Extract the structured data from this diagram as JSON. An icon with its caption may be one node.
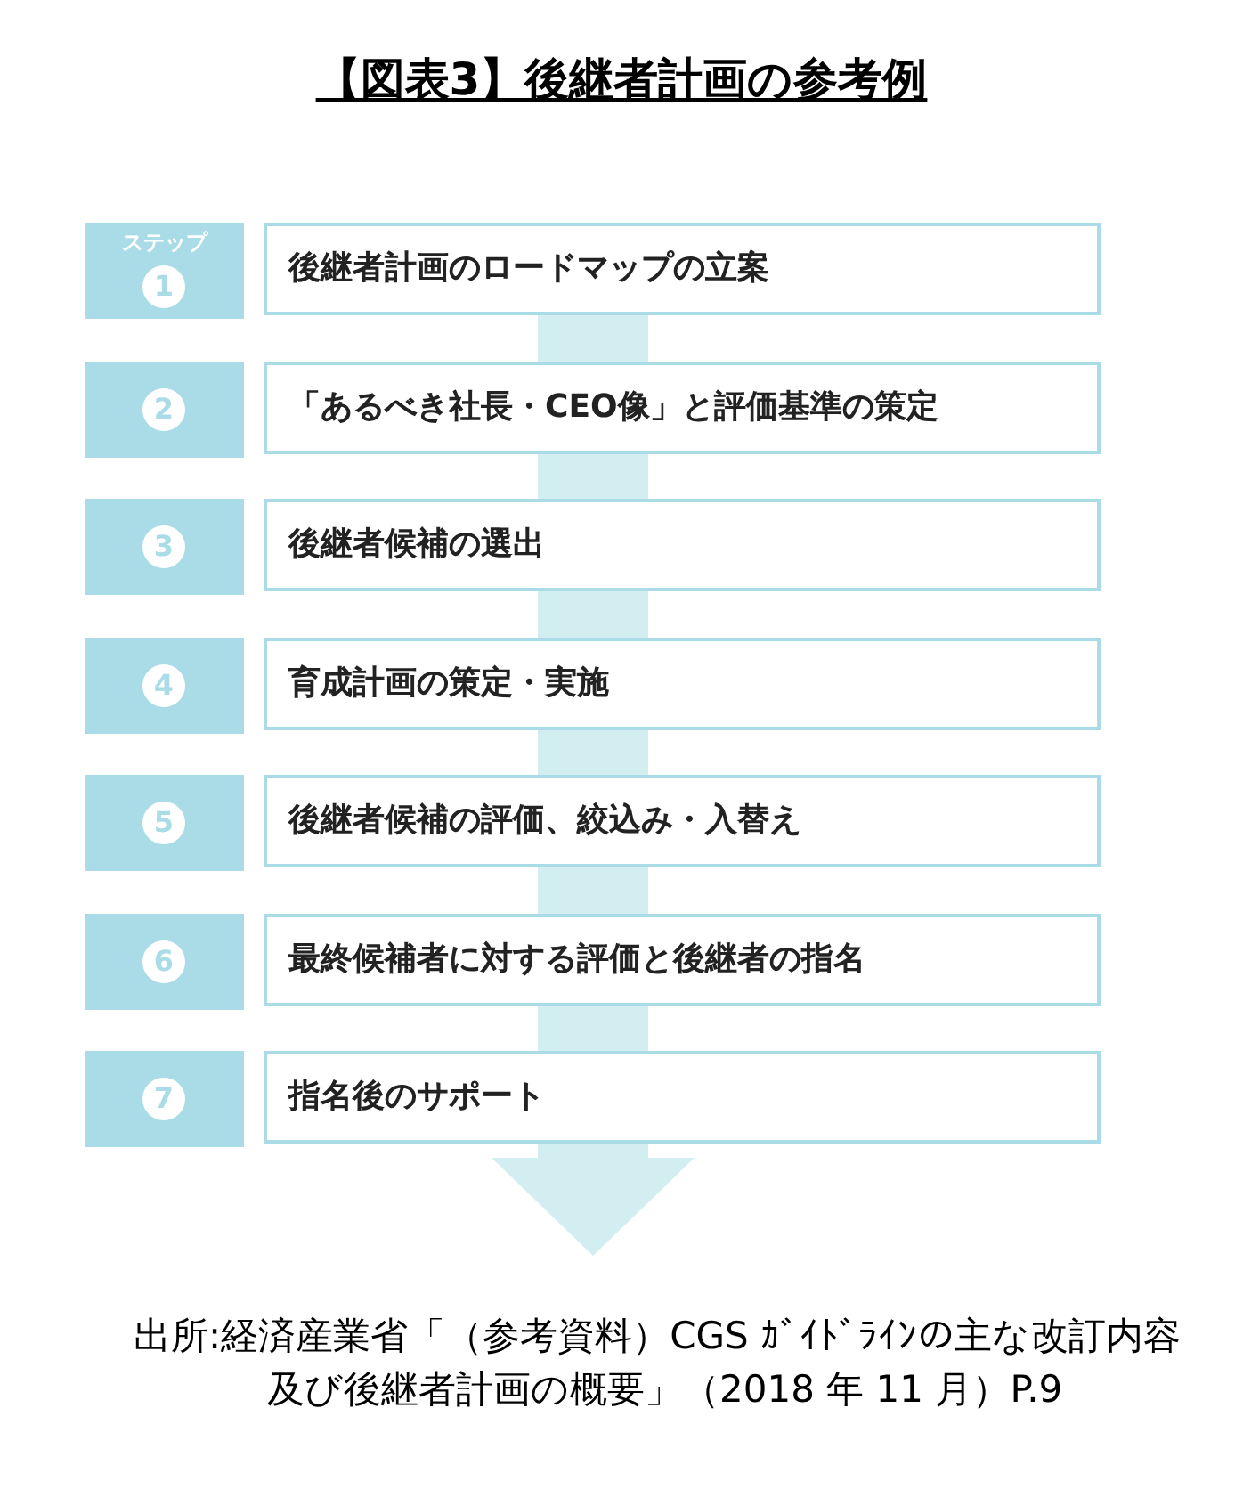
{
  "diagram": {
    "title": "【図表3】後継者計画の参考例",
    "nodes": [
      {
        "text": [
          "ステップ",
          "1"
        ]
      },
      {
        "text": [
          "後継者計画のロードマップの立案"
        ]
      },
      {
        "text": [
          "2"
        ]
      },
      {
        "text": [
          "「あるべき社長・CEO像」と評価基準の策定"
        ]
      },
      {
        "text": [
          "3"
        ]
      },
      {
        "text": [
          "後継者候補の選出"
        ]
      },
      {
        "text": [
          "4"
        ]
      },
      {
        "text": [
          "育成計画の策定・実施"
        ]
      },
      {
        "text": [
          "5"
        ]
      },
      {
        "text": [
          "後継者候補の評価、絞込み・入替え"
        ]
      },
      {
        "text": [
          "6"
        ]
      },
      {
        "text": [
          "最終候補者に対する評価と後継者の指名"
        ]
      },
      {
        "text": [
          "7"
        ]
      },
      {
        "text": [
          "指名後のサポート"
        ]
      }
    ],
    "edges": [],
    "caption": "出所:経済産業省「（参考資料）CGS ｶﾞｲﾄﾞﾗｲﾝの主な改訂内容及び後継者計画の概要」（2018 年 11 月）P.9"
  }
}
